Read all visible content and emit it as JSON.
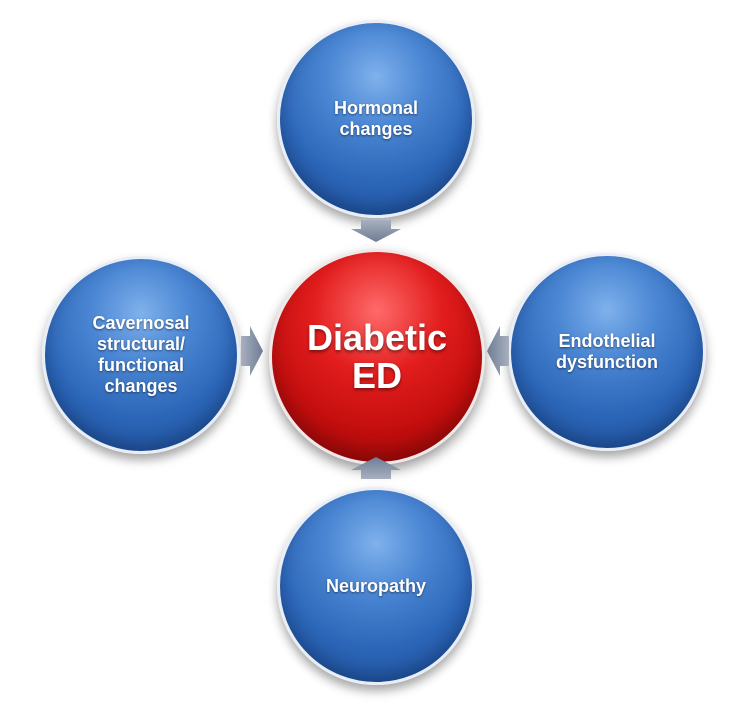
{
  "center": {
    "label": "Diabetic ED"
  },
  "nodes": {
    "top": {
      "label": "Hormonal changes"
    },
    "right": {
      "label": "Endothelial dysfunction"
    },
    "bottom": {
      "label": "Neuropathy"
    },
    "left": {
      "label": "Cavernosal structural/ functional changes"
    }
  },
  "colors": {
    "node_blue": "#2c66b8",
    "center_red": "#c40e0e",
    "arrow_gray": "#7e8aa0"
  }
}
